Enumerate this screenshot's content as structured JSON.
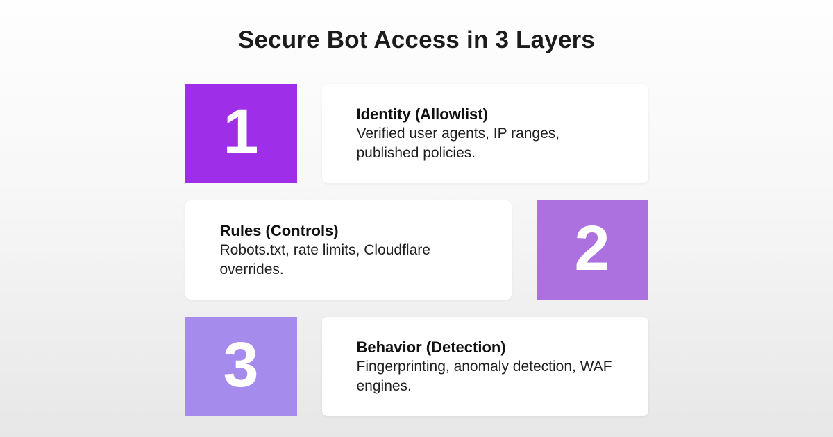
{
  "page": {
    "title": "Secure Bot Access in 3 Layers"
  },
  "colors": {
    "layer1_tile": "#9e2ee8",
    "layer2_tile": "#ac70df",
    "layer3_tile": "#a58bec",
    "background_top": "#fefefe",
    "background_bottom": "#e7e7e7",
    "card_background": "#ffffff",
    "title_text": "#1b1b1b"
  },
  "layers": [
    {
      "number": "1",
      "heading": "Identity (Allowlist)",
      "description": "Verified user agents, IP ranges, published policies.",
      "tile_color": "#9e2ee8",
      "tile_side": "left"
    },
    {
      "number": "2",
      "heading": "Rules (Controls)",
      "description": "Robots.txt, rate limits, Cloudflare overrides.",
      "tile_color": "#ac70df",
      "tile_side": "right"
    },
    {
      "number": "3",
      "heading": "Behavior (Detection)",
      "description": "Fingerprinting, anomaly detection, WAF engines.",
      "tile_color": "#a58bec",
      "tile_side": "left"
    }
  ]
}
